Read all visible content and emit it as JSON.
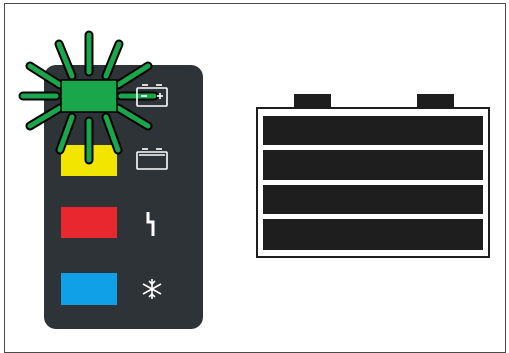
{
  "panel": {
    "background": "#2e3338",
    "indicators": [
      {
        "name": "green-charging-indicator",
        "color": "#1aa64a",
        "state": "lit",
        "icon": "battery-charging-icon"
      },
      {
        "name": "yellow-indicator",
        "color": "#f2e600",
        "state": "off",
        "icon": "battery-icon"
      },
      {
        "name": "red-indicator",
        "color": "#e8282e",
        "state": "off",
        "icon": "power-fault-icon"
      },
      {
        "name": "blue-indicator",
        "color": "#10a0e8",
        "state": "off",
        "icon": "snowflake-icon"
      }
    ],
    "glow_color": "#1aa64a"
  },
  "battery": {
    "icon": "battery-icon",
    "cell_color": "#1e1e1e",
    "bars": 4
  },
  "colors": {
    "frame_border": "#4a4a4a",
    "icon_stroke": "#ffffff"
  }
}
